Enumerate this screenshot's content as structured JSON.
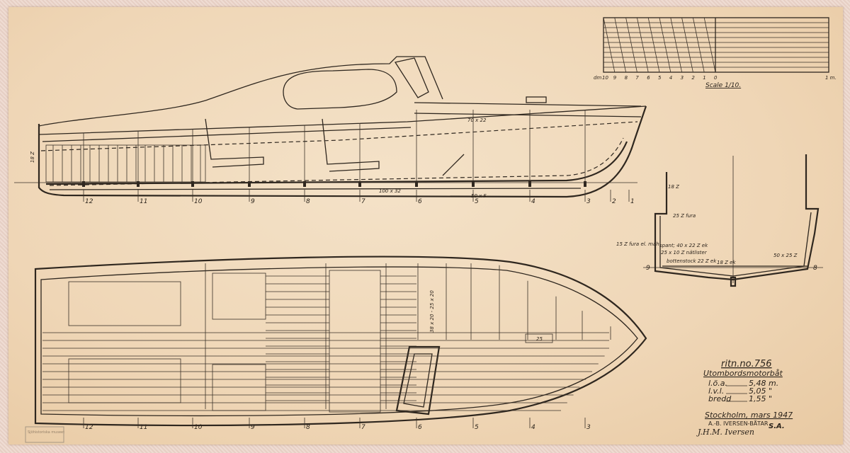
{
  "title_block": {
    "drawing_no": "ritn.no.756",
    "title": "Utombordsmotorbåt",
    "specs": [
      {
        "label": "l.ö.a.",
        "value": "5,48 m."
      },
      {
        "label": "l.v.l.",
        "value": "5,05 \""
      },
      {
        "label": "bredd",
        "value": "1,55 \""
      }
    ],
    "place_date": "Stockholm, mars 1947",
    "company": "A.-B. IVERSEN-BÅTAR",
    "signature": "J.H.M. Iversen",
    "initials": "S.A."
  },
  "scale_bar": {
    "unit_left": "dm",
    "ticks": [
      "10",
      "9",
      "8",
      "7",
      "6",
      "5",
      "4",
      "3",
      "2",
      "1",
      "0"
    ],
    "unit_right": "1 m.",
    "label": "Scale 1/10."
  },
  "profile": {
    "stations": [
      "12",
      "11",
      "10",
      "9",
      "8",
      "7",
      "6",
      "5",
      "4",
      "3",
      "2",
      "1"
    ],
    "dims": {
      "gunwale": "70 x 22",
      "keel": "100 x 32",
      "bottom": "50 x F",
      "transom": "18 Z"
    }
  },
  "section": {
    "left_station": "9",
    "right_station": "8",
    "notes": [
      "18 Z",
      "25 Z fura",
      "15 Z fura el. mah.",
      "spant; 40 x 22 Z ek",
      "25 x 10 Z nätlister",
      "bottenstock 22 Z ek",
      "18 Z ek",
      "50 x 25 Z"
    ]
  },
  "plan": {
    "stations": [
      "12",
      "11",
      "10",
      "9",
      "8",
      "7",
      "6",
      "5",
      "4",
      "3"
    ],
    "dims": {
      "frame": "38 x 20 - 25 x 20",
      "floor": "25"
    }
  },
  "stamp": "Sjöhistoriska museet"
}
